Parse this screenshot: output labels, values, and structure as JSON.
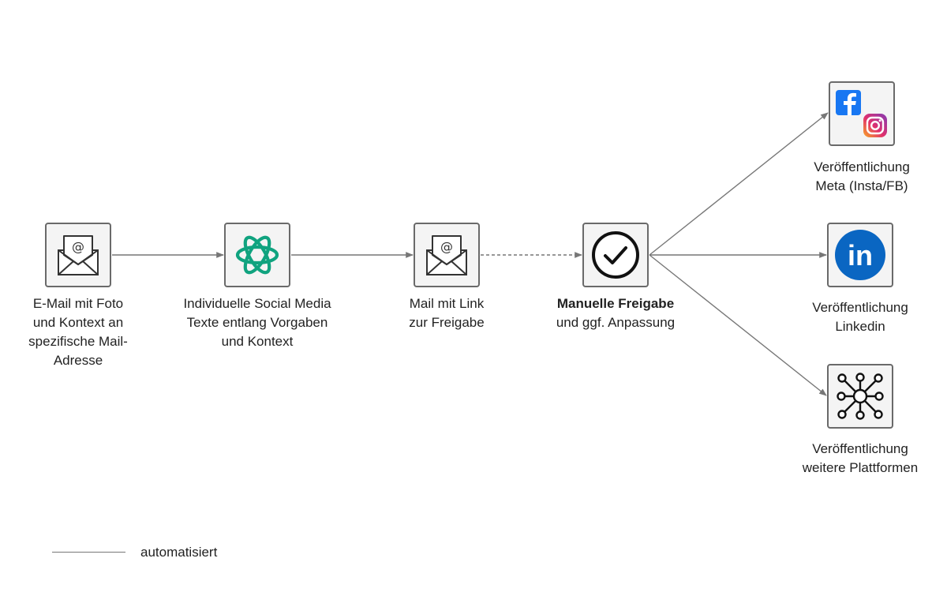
{
  "nodes": {
    "email_input": {
      "icon": "email-envelope-icon",
      "lines": [
        "E-Mail mit Foto",
        "und Kontext an",
        "spezifische Mail-",
        "Adresse"
      ]
    },
    "ai_text": {
      "icon": "openai-logo-icon",
      "lines": [
        "Individuelle Social Media",
        "Texte entlang Vorgaben",
        "und Kontext"
      ]
    },
    "approval_mail": {
      "icon": "email-envelope-icon",
      "lines": [
        "Mail mit Link",
        "zur Freigabe"
      ]
    },
    "manual_approval": {
      "icon": "checkmark-circle-icon",
      "title": "Manuelle Freigabe",
      "lines": [
        "und ggf. Anpassung"
      ]
    },
    "meta": {
      "icon": "facebook-instagram-icon",
      "lines": [
        "Veröffentlichung",
        "Meta (Insta/FB)"
      ]
    },
    "linkedin": {
      "icon": "linkedin-icon",
      "logo_text": "in",
      "lines": [
        "Veröffentlichung",
        "Linkedin"
      ]
    },
    "other": {
      "icon": "network-hub-icon",
      "lines": [
        "Veröffentlichung",
        "weitere Plattformen"
      ]
    }
  },
  "legend": {
    "solid_line_label": "automatisiert"
  },
  "colors": {
    "openai_green": "#10a37f",
    "facebook_blue": "#1877f2",
    "linkedin_blue": "#0a66c2",
    "connector": "#777777",
    "node_border": "#6a6a6a"
  }
}
